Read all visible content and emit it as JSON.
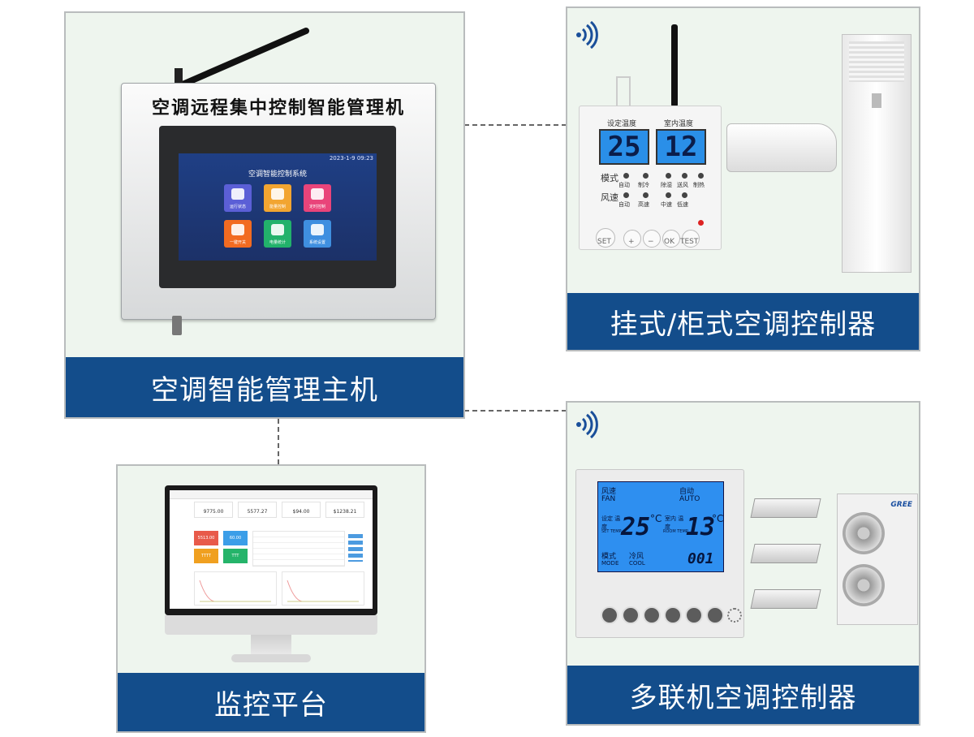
{
  "host": {
    "device_title": "空调远程集中控制智能管理机",
    "screen_datetime": "2023-1-9 09:23",
    "screen_title": "空调智能控制系统",
    "tiles": [
      "运行状态",
      "能量控制",
      "定时控制",
      "一键开关",
      "电量统计",
      "系统设置"
    ],
    "caption": "空调智能管理主机"
  },
  "wall_controller": {
    "set_temp_label": "设定温度",
    "room_temp_label": "室内温度",
    "set_temp_value": "25",
    "room_temp_value": "12",
    "mode_label": "模式",
    "mode_options": [
      "自动",
      "制冷",
      "除湿",
      "送风",
      "制热"
    ],
    "fan_label": "风速",
    "fan_options": [
      "自动",
      "高速",
      "中速",
      "低速"
    ],
    "buttons": [
      "SET",
      "+",
      "−",
      "OK",
      "TEST"
    ],
    "caption": "挂式/柜式空调控制器"
  },
  "vrf_controller": {
    "fan_label_cn": "风速",
    "fan_label_en": "FAN",
    "fan_value_cn": "自动",
    "fan_value_en": "AUTO",
    "set_label": "设定 温度",
    "set_label_en": "SET TEMP",
    "set_value": "25",
    "room_label": "室内 温度",
    "room_label_en": "ROOM TEMP",
    "room_value": "13",
    "unit": "°C",
    "mode_label_cn": "模式",
    "mode_label_en": "MODE",
    "mode_value_cn": "冷风",
    "mode_value_en": "COOL",
    "code": "001",
    "brand": "GREE",
    "caption": "多联机空调控制器"
  },
  "monitor": {
    "kpis": [
      "9775.00",
      "5577.27",
      "$94.00",
      "$1238.21"
    ],
    "tiles": [
      "5513.00",
      "60.00",
      "TTTT",
      "TTT"
    ],
    "caption": "监控平台"
  },
  "colors": {
    "banner": "#134d8b",
    "card_bg": "#eef5ee",
    "lcd_blue": "#2a8fe8"
  }
}
